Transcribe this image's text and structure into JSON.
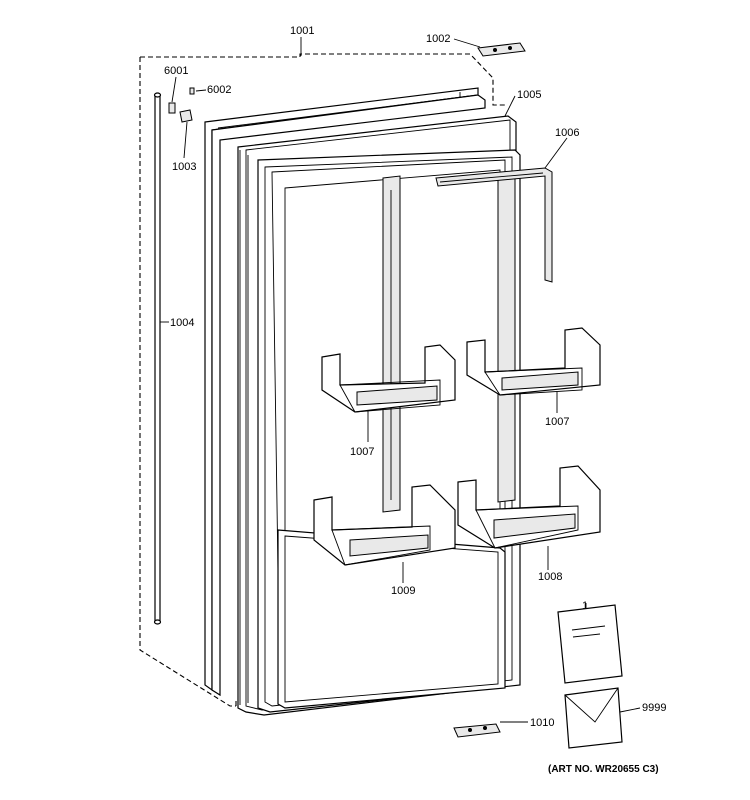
{
  "callouts": {
    "c1001": "1001",
    "c1002": "1002",
    "c1003": "1003",
    "c1004": "1004",
    "c1005": "1005",
    "c1006": "1006",
    "c1007_left": "1007",
    "c1007_right": "1007",
    "c1008": "1008",
    "c1009": "1009",
    "c1010": "1010",
    "c6001": "6001",
    "c6002": "6002",
    "c1": "1",
    "c9999": "9999"
  },
  "art_number": "(ART NO. WR20655 C3)"
}
